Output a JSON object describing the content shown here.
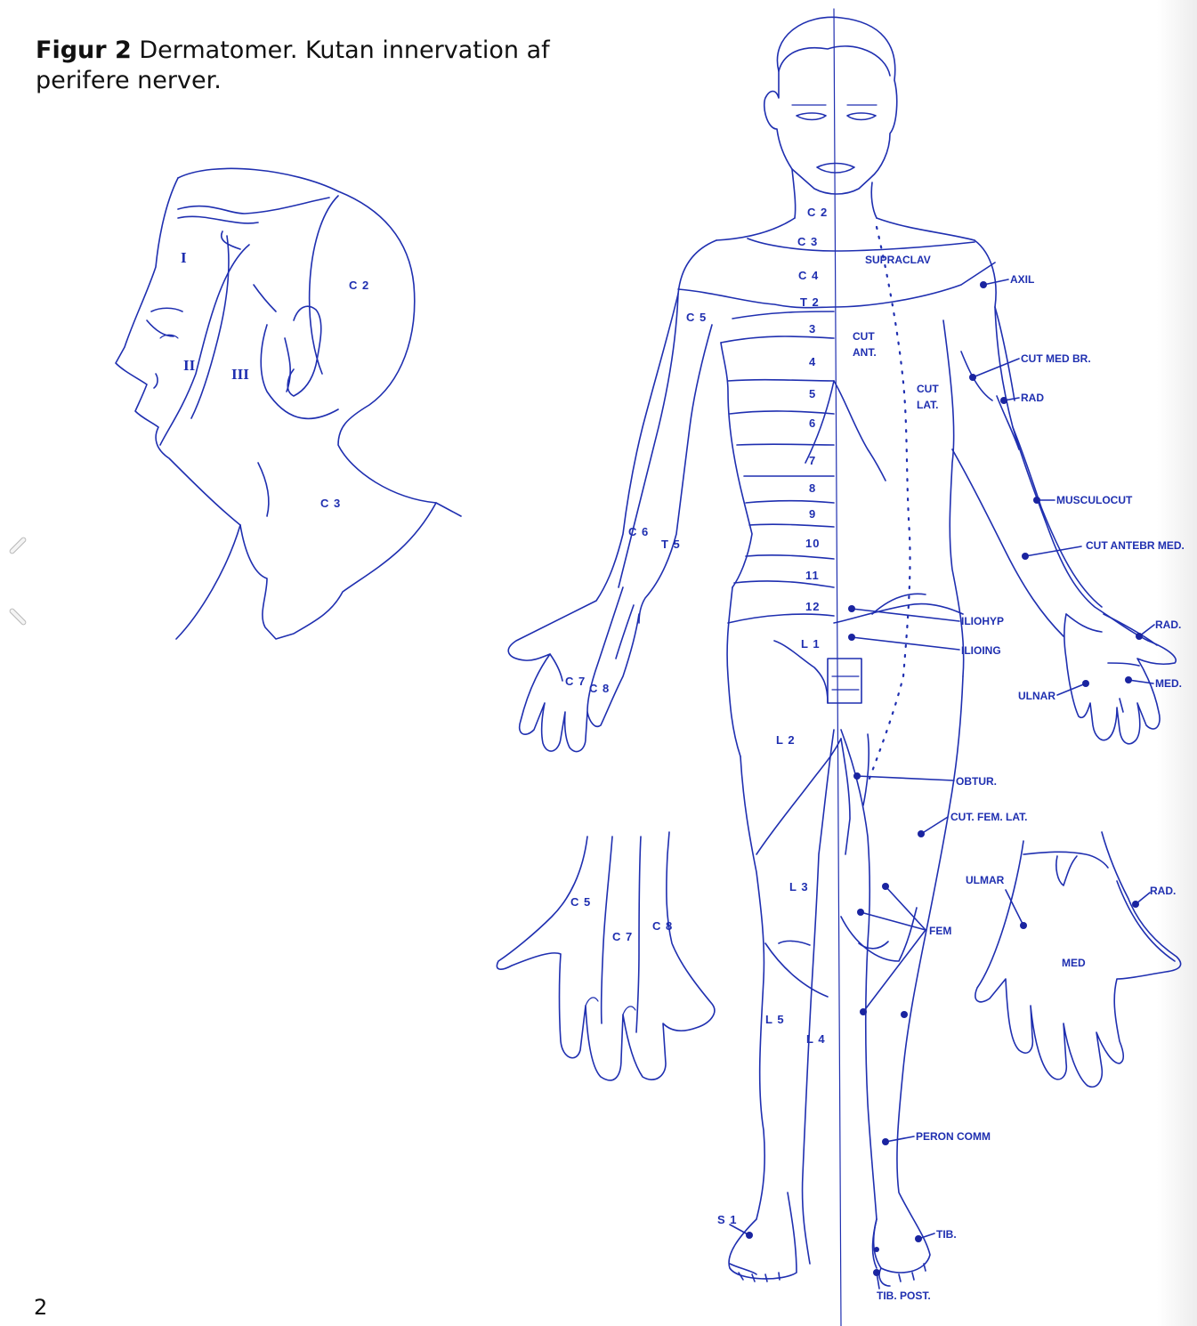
{
  "caption": {
    "label": "Figur 2",
    "text": "Dermatomer. Kutan innervation af perifere nerver."
  },
  "page_number": "2",
  "colors": {
    "line": "#1f2fb0",
    "text": "#111111"
  },
  "head_labels": [
    "I",
    "II",
    "III",
    "C 2",
    "C 3"
  ],
  "body_dermatomes": [
    "C 2",
    "C 3",
    "C 4",
    "T 2",
    "3",
    "4",
    "5",
    "6",
    "7",
    "8",
    "9",
    "10",
    "11",
    "12",
    "L 1",
    "L 2",
    "L 3",
    "L 4",
    "L 5",
    "S 1",
    "C 5",
    "C 6",
    "T 5",
    "C 7",
    "C 8"
  ],
  "nerve_labels": [
    "SUPRACLAV",
    "AXIL",
    "CUT MED BR.",
    "RAD",
    "MUSCULOCUT",
    "CUT ANTEBR MED.",
    "RAD.",
    "MED.",
    "ULNAR",
    "ILIOHYP",
    "ILIOING",
    "OBTUR.",
    "CUT. FEM. LAT.",
    "FEM",
    "PERON COMM",
    "TIB.",
    "TIB. POST."
  ],
  "region_labels": [
    "CUT",
    "ANT.",
    "CUT",
    "LAT."
  ],
  "hand_left_labels": [
    "C 5",
    "C 7",
    "C 8"
  ],
  "hand_right_labels": [
    "ULMAR",
    "RAD.",
    "MED"
  ]
}
